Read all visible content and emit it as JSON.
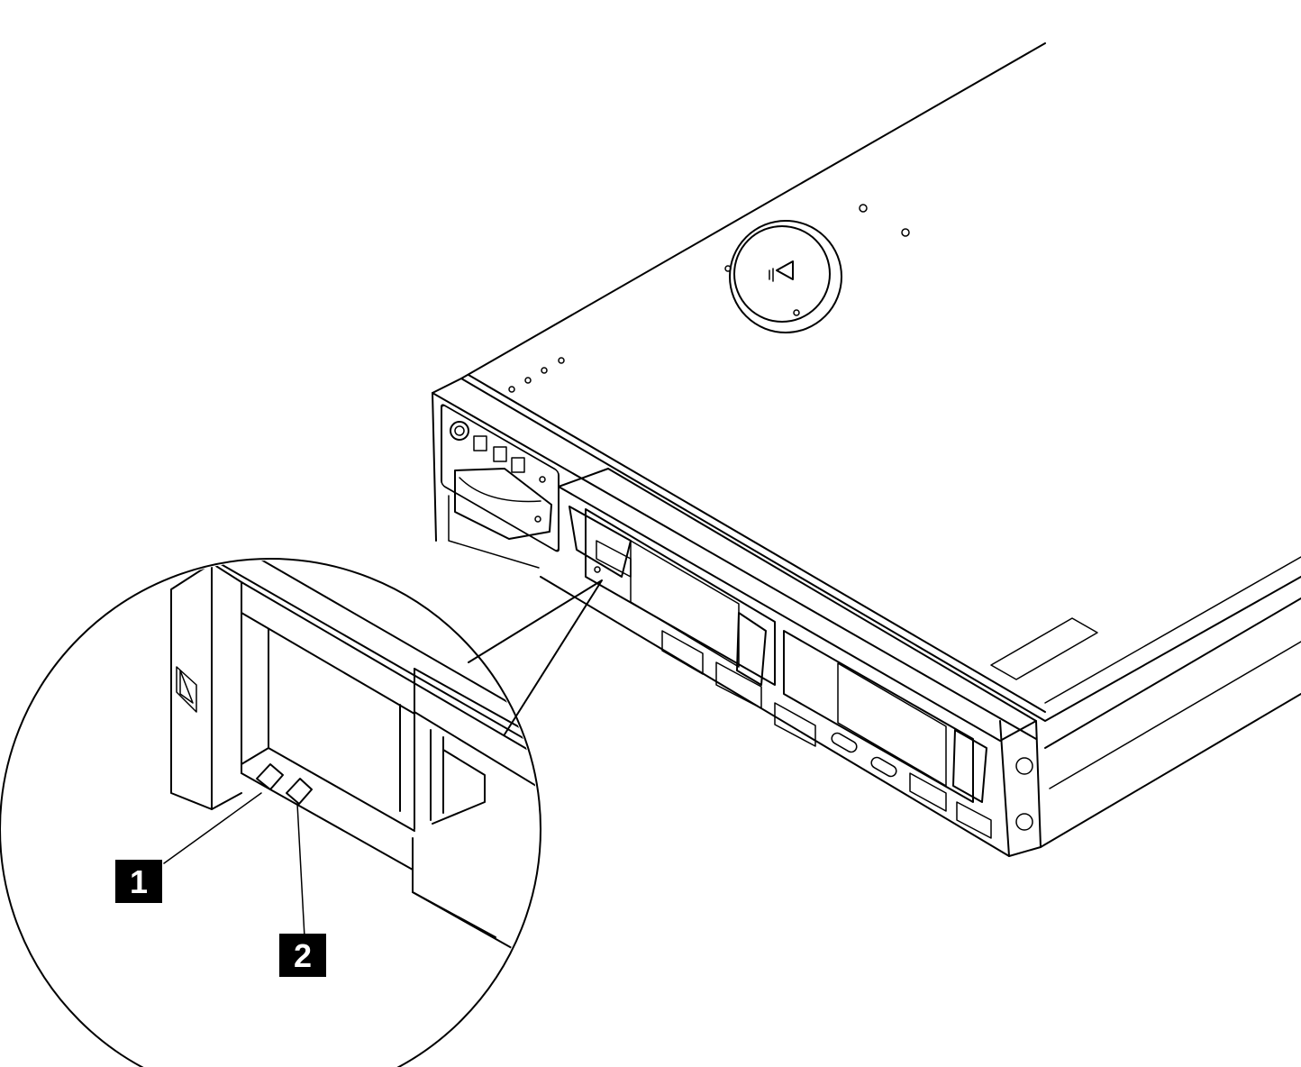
{
  "callouts": [
    {
      "id": "1",
      "label": "1"
    },
    {
      "id": "2",
      "label": "2"
    }
  ],
  "colors": {
    "line": "#000000",
    "background": "#ffffff",
    "callout_fill": "#000000",
    "callout_text": "#ffffff"
  },
  "icons": [
    "eject-button-icon",
    "power-button-icon",
    "drive-activity-led",
    "drive-status-led"
  ]
}
